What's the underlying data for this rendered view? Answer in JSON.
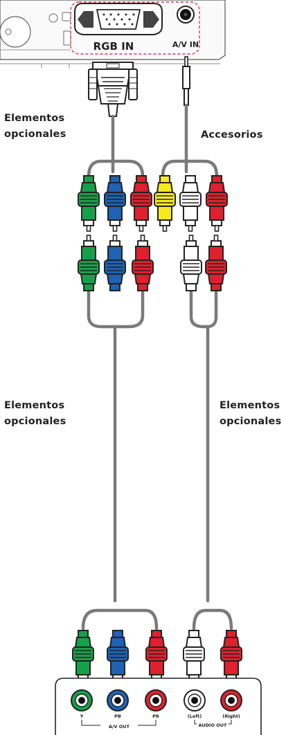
{
  "device": {
    "rgb_in_label": "RGB IN",
    "av_in_label": "A/V IN"
  },
  "labels": {
    "optional_top": [
      "Elementos",
      "opcionales"
    ],
    "accessories": "Accesorios",
    "optional_left": [
      "Elementos",
      "opcionales"
    ],
    "optional_right": [
      "Elementos",
      "opcionales"
    ]
  },
  "output_panel": {
    "jack_labels": [
      "Y",
      "PB",
      "PR",
      "(Left)",
      "(Right)"
    ],
    "av_out_label": "A/V OUT",
    "audio_out_label": "AUDIO OUT"
  },
  "colors": {
    "green": "#17a04a",
    "blue": "#1d62b4",
    "red": "#e0202e",
    "yellow": "#f7ea1a",
    "white": "#ffffff",
    "cable": "#7a7a7a",
    "outline": "#222222"
  }
}
